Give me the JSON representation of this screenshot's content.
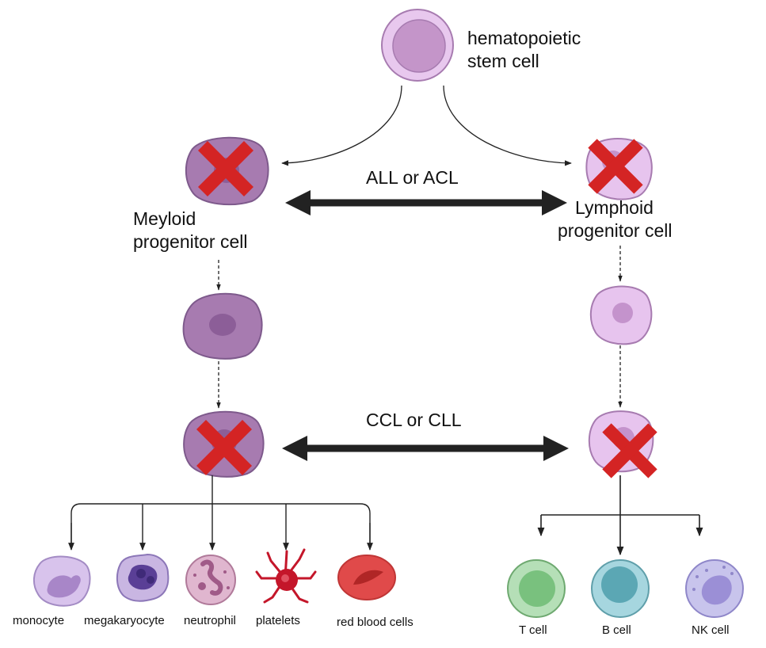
{
  "diagram": {
    "stem_cell": {
      "line1": "hematopoietic",
      "line2": "stem cell"
    },
    "myeloid": {
      "line1": "Meyloid",
      "line2": "progenitor cell"
    },
    "lymphoid": {
      "line1": "Lymphoid",
      "line2": "progenitor cell"
    },
    "acute_label": "ALL or ACL",
    "chronic_label": "CCL or CLL",
    "myeloid_products": [
      "monocyte",
      "megakaryocyte",
      "neutrophil",
      "platelets",
      "red blood cells"
    ],
    "lymphoid_products": [
      "T cell",
      "B cell",
      "NK cell"
    ]
  },
  "colors": {
    "stem_cell_outer": "#e8c8ee",
    "stem_cell_inner": "#c495c9",
    "myeloid_cell": "#a77bb0",
    "myeloid_nucleus": "#8c5e98",
    "lymphoid_cell": "#e7c4ee",
    "lymphoid_nucleus": "#c493cc",
    "cross_mark": "#d42424",
    "arrow": "#222222"
  },
  "icons": [
    "cross-mark-icon",
    "double-arrow-icon"
  ]
}
